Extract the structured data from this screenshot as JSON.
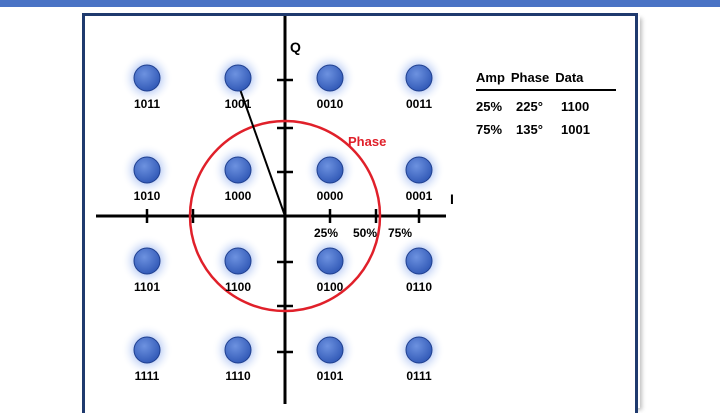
{
  "axes": {
    "q_label": "Q",
    "i_label": "I"
  },
  "amplitude_labels": [
    "25%",
    "50%",
    "75%"
  ],
  "phase_label": "Phase",
  "colors": {
    "axis": "#000000",
    "circle": "#e0202a",
    "dot": "#3b67c9",
    "glow": "#9bb6f0",
    "phase_text": "#e0202a",
    "frame": "#1f3a6e",
    "top_bar": "#4a73c5"
  },
  "constellation": [
    {
      "code": "1011",
      "col": -2,
      "row": 2
    },
    {
      "code": "1001",
      "col": -1,
      "row": 2
    },
    {
      "code": "0010",
      "col": 1,
      "row": 2
    },
    {
      "code": "0011",
      "col": 2,
      "row": 2
    },
    {
      "code": "1010",
      "col": -2,
      "row": 1
    },
    {
      "code": "1000",
      "col": -1,
      "row": 1
    },
    {
      "code": "0000",
      "col": 1,
      "row": 1
    },
    {
      "code": "0001",
      "col": 2,
      "row": 1
    },
    {
      "code": "1101",
      "col": -2,
      "row": -1
    },
    {
      "code": "1100",
      "col": -1,
      "row": -1
    },
    {
      "code": "0100",
      "col": 1,
      "row": -1
    },
    {
      "code": "0110",
      "col": 2,
      "row": -1
    },
    {
      "code": "1111",
      "col": -2,
      "row": -2
    },
    {
      "code": "1110",
      "col": -1,
      "row": -2
    },
    {
      "code": "0101",
      "col": 1,
      "row": -2
    },
    {
      "code": "0111",
      "col": 2,
      "row": -2
    }
  ],
  "phase_vector_target": "1001",
  "table": {
    "headers": [
      "Amp",
      "Phase",
      "Data"
    ],
    "rows": [
      [
        "25%",
        "225°",
        "1100"
      ],
      [
        "75%",
        "135°",
        "1001"
      ]
    ]
  }
}
